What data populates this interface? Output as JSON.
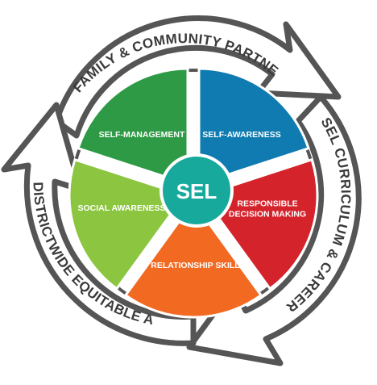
{
  "center": {
    "label": "SEL",
    "color": "#18a99d"
  },
  "segments": [
    {
      "id": "self-management",
      "lines": [
        "SELF-MANAGEMENT"
      ],
      "color": "#2f9a45"
    },
    {
      "id": "self-awareness",
      "lines": [
        "SELF-AWARENESS"
      ],
      "color": "#0f7bb0"
    },
    {
      "id": "responsible-decision-making",
      "lines": [
        "RESPONSIBLE",
        "DECISION MAKING"
      ],
      "color": "#d5232c"
    },
    {
      "id": "relationship-skills",
      "lines": [
        "RELATIONSHIP SKILLS"
      ],
      "color": "#f26a22"
    },
    {
      "id": "social-awareness",
      "lines": [
        "SOCIAL AWARENESS"
      ],
      "color": "#8cc540"
    }
  ],
  "ring": {
    "top_text": "FAMILY & COMMUNITY PARTNERSHIPS",
    "right_text": "SEL CURRICULUM & CAREER GUIDANCE",
    "left_text": "DISTRICTWIDE EQUITABLE ACCESS"
  },
  "colors": {
    "ring_outline": "#555555",
    "ring_fill": "#ffffff",
    "text": "#3a3a3a"
  }
}
